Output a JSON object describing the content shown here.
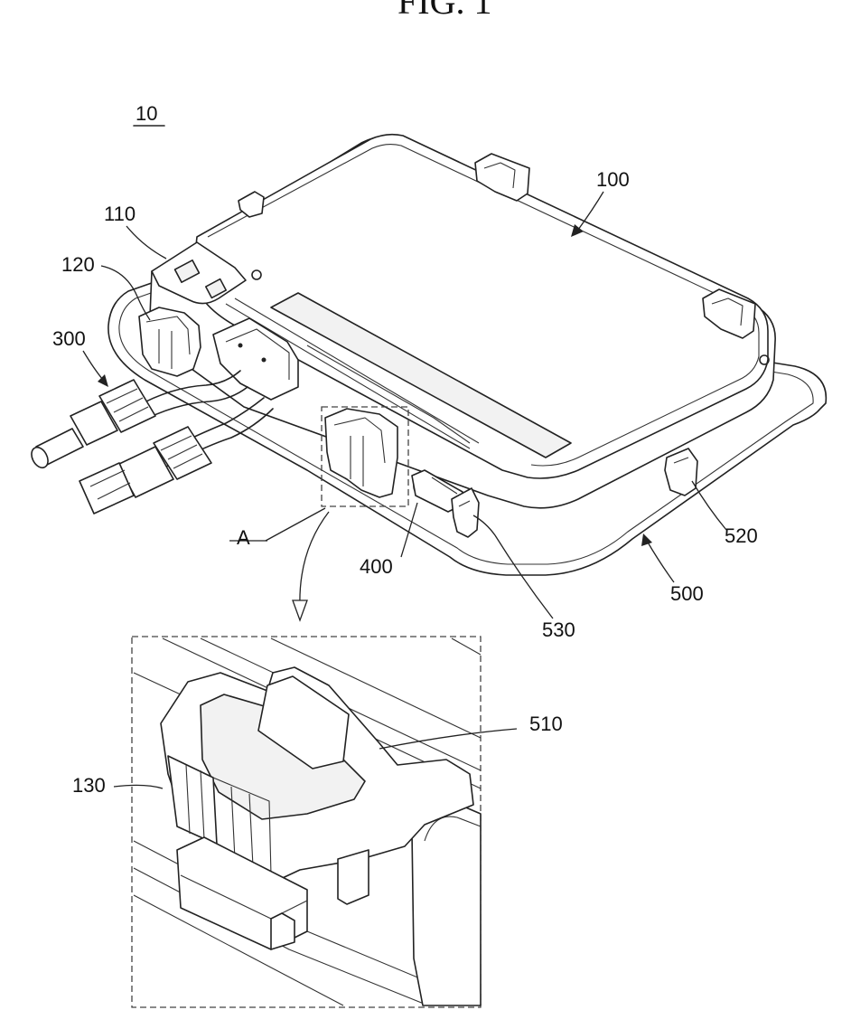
{
  "figure": {
    "title": "FIG. 1",
    "assembly_ref": "10"
  },
  "labels": {
    "cover_100": "100",
    "top_110": "110",
    "part_120": "120",
    "cable_300": "300",
    "connector_400": "400",
    "frame_500": "500",
    "clip_520": "520",
    "clip_530": "530",
    "detail_A": "A",
    "hook_510": "510",
    "part_130": "130"
  }
}
